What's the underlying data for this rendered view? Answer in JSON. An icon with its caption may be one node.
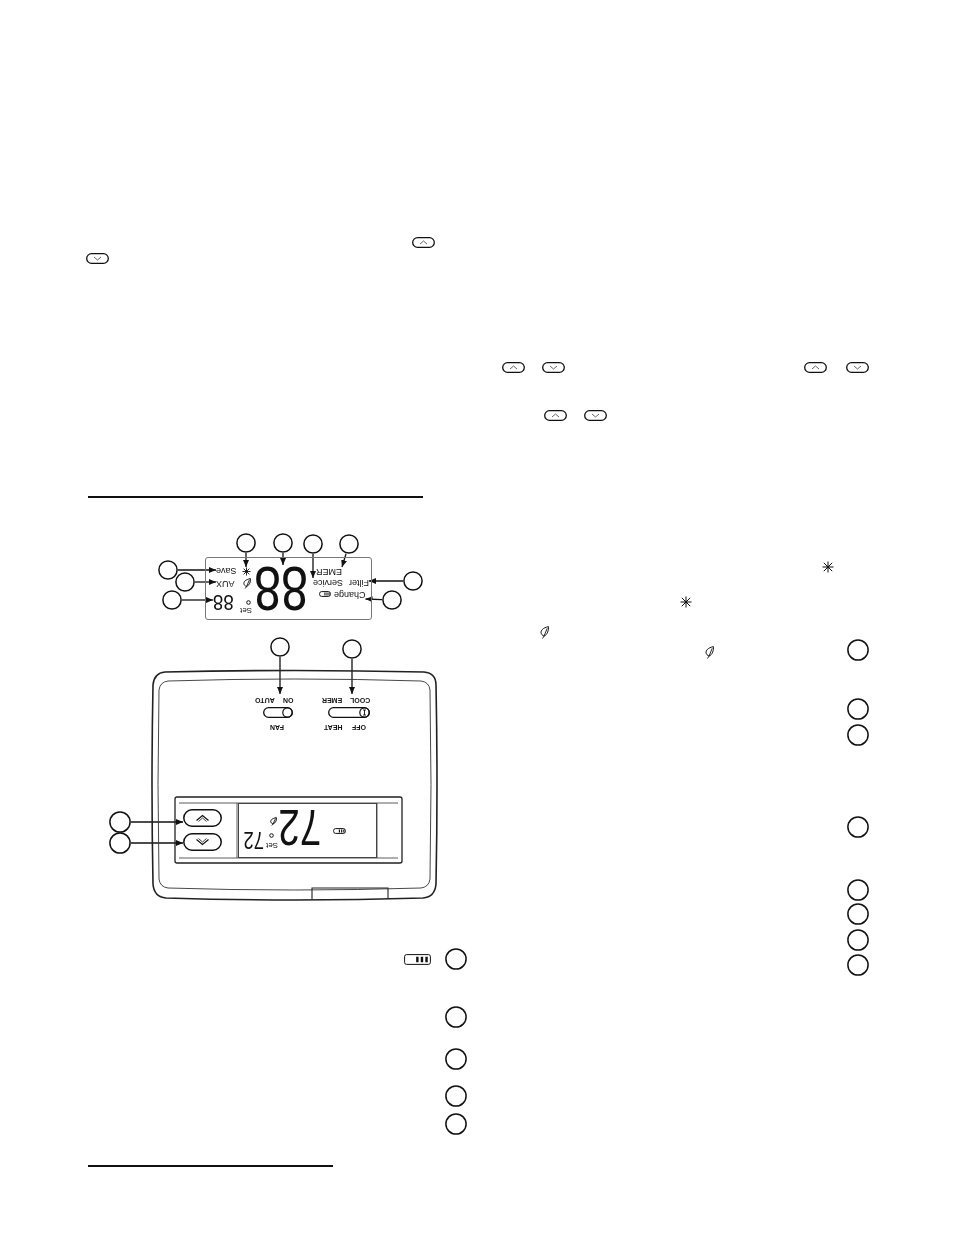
{
  "diagram": {
    "nodes": [
      {
        "text": [],
        "shape": "circle"
      },
      {
        "text": [],
        "shape": "circle"
      },
      {
        "text": [],
        "shape": "circle"
      },
      {
        "text": [],
        "shape": "circle"
      },
      {
        "text": [
          "Set"
        ]
      },
      {
        "text": [],
        "shape": "snowflake",
        "in": 4
      },
      {
        "text": [
          "88"
        ],
        "in": 4
      },
      {
        "text": [
          "EMER"
        ],
        "in": 4
      },
      {
        "text": [
          "Service"
        ],
        "in": 4
      },
      {
        "text": [],
        "shape": "circle"
      },
      {
        "text": [
          "Save"
        ],
        "in": 4
      },
      {
        "text": [
          "Filter"
        ],
        "in": 4
      },
      {
        "text": [],
        "shape": "circle"
      },
      {
        "text": [],
        "shape": "circle"
      },
      {
        "text": [
          "AUX"
        ],
        "in": 4
      },
      {
        "text": [
          "Change"
        ],
        "in": 4
      },
      {
        "text": [
          "88"
        ],
        "in": 4
      },
      {
        "text": [],
        "shape": "circle"
      },
      {
        "text": [],
        "shape": "circle"
      },
      {
        "text": [],
        "shape": "circle"
      },
      {
        "text": [],
        "shape": "circle"
      },
      {
        "text": [],
        "shape": "box"
      },
      {
        "text": [
          "AUTO",
          "ON",
          "FAN"
        ],
        "in": 21
      },
      {
        "text": [
          "EMER",
          "COOL",
          "HEAT",
          "OFF"
        ],
        "in": 21
      },
      {
        "text": [
          "72",
          "Set",
          "72"
        ],
        "in": 21
      },
      {
        "text": [],
        "shape": "circle"
      },
      {
        "text": [],
        "shape": "button",
        "in": 21
      },
      {
        "text": [],
        "shape": "circle"
      },
      {
        "text": [],
        "shape": "button",
        "in": 21
      },
      {
        "text": [],
        "shape": "circle"
      },
      {
        "text": [],
        "shape": "circle"
      },
      {
        "text": [],
        "shape": "circle"
      },
      {
        "text": [],
        "shape": "circle"
      },
      {
        "text": [],
        "shape": "circle"
      },
      {
        "text": [],
        "shape": "circle"
      },
      {
        "text": [],
        "shape": "circle"
      },
      {
        "text": [],
        "shape": "circle"
      },
      {
        "text": [],
        "shape": "circle"
      },
      {
        "text": [],
        "shape": "circle"
      },
      {
        "text": [],
        "shape": "circle"
      },
      {
        "text": [],
        "shape": "circle"
      },
      {
        "text": [],
        "shape": "circle"
      }
    ],
    "edges": [
      {
        "from": 0,
        "to": 5,
        "arrow": "to"
      },
      {
        "from": 1,
        "to": 6,
        "arrow": "to"
      },
      {
        "from": 2,
        "to": 8,
        "arrow": "to"
      },
      {
        "from": 3,
        "to": 7,
        "arrow": "to"
      },
      {
        "from": 9,
        "to": 10,
        "arrow": "to"
      },
      {
        "from": 12,
        "to": 11,
        "arrow": "to"
      },
      {
        "from": 13,
        "to": 14,
        "arrow": "to"
      },
      {
        "from": 17,
        "to": 16,
        "arrow": "to"
      },
      {
        "from": 18,
        "to": 15,
        "arrow": "to"
      },
      {
        "from": 19,
        "to": 22,
        "arrow": "to"
      },
      {
        "from": 20,
        "to": 23,
        "arrow": "to"
      },
      {
        "from": 25,
        "to": 26,
        "arrow": "to"
      },
      {
        "from": 27,
        "to": 28,
        "arrow": "to"
      }
    ]
  }
}
